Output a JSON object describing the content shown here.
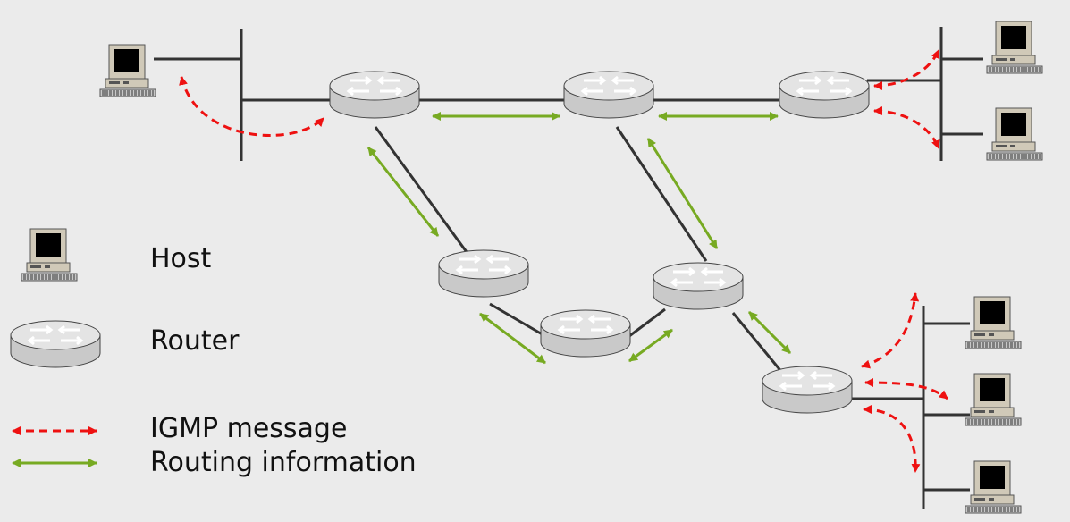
{
  "legend": {
    "host_label": "Host",
    "router_label": "Router",
    "igmp_label": "IGMP message",
    "routing_label": "Routing information"
  },
  "colors": {
    "background": "#ebebeb",
    "link": "#333333",
    "igmp_arrow": "#ee1111",
    "routing_arrow": "#77aa22",
    "router_body": "#c9c9c9",
    "router_top": "#e4e4e4",
    "screen": "#000000"
  },
  "icons": {
    "host": "desktop-computer-icon",
    "router": "router-icon"
  }
}
